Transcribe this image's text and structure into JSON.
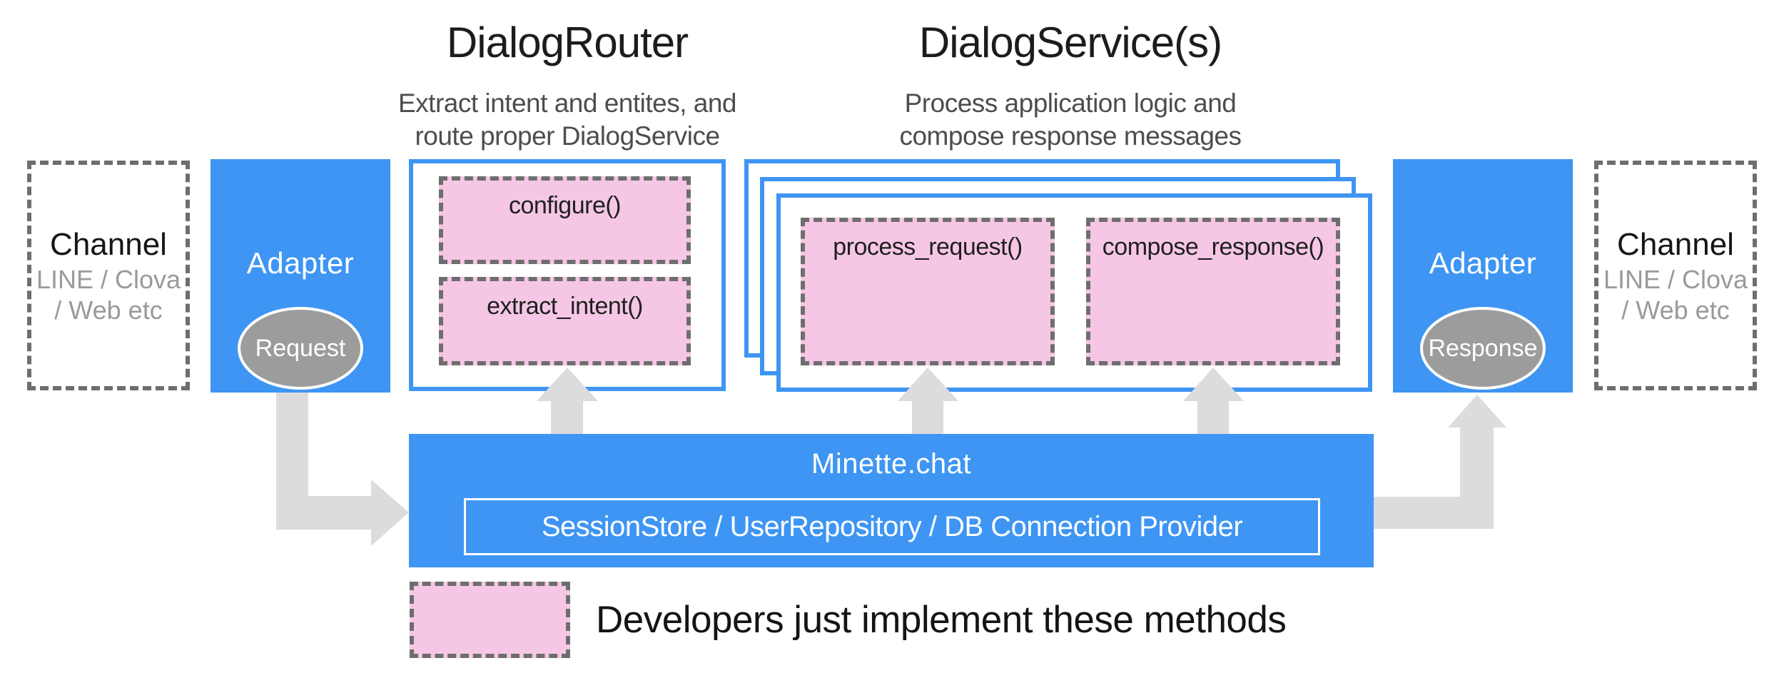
{
  "colors": {
    "blue": "#3e95f3",
    "pink": "#f5c7e4",
    "dash": "#6e6e6e",
    "ellipse": "#9c9c9c",
    "arrow": "#dcdcdc",
    "title": "#1c1c1c",
    "subtitle": "#4d4d4d",
    "muted": "#9a9a9a",
    "white": "#ffffff"
  },
  "router": {
    "title": "DialogRouter",
    "subtitle": [
      "Extract intent and entites, and",
      "route proper DialogService"
    ],
    "methods": [
      "configure()",
      "extract_intent()"
    ]
  },
  "service": {
    "title": "DialogService(s)",
    "subtitle": [
      "Process application logic and",
      "compose response messages"
    ],
    "methods": [
      "process_request()",
      "compose_response()"
    ]
  },
  "channel": {
    "title": "Channel",
    "subtitle": [
      "LINE / Clova",
      "/ Web etc"
    ]
  },
  "adapters": {
    "left": {
      "label": "Adapter",
      "badge": "Request"
    },
    "right": {
      "label": "Adapter",
      "badge": "Response"
    }
  },
  "platform": {
    "title": "Minette.chat",
    "components": "SessionStore / UserRepository / DB Connection Provider"
  },
  "legend": {
    "label": "Developers just implement these methods"
  }
}
